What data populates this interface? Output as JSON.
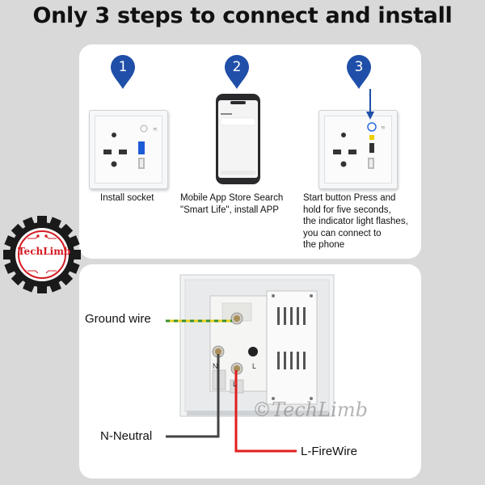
{
  "title": "Only 3 steps to connect and install",
  "steps": [
    {
      "number": "1",
      "text": "Install socket"
    },
    {
      "number": "2",
      "text": "Mobile App Store Search\n\"Smart Life\", install APP"
    },
    {
      "number": "3",
      "text": "Start button Press and\nhold for five seconds,\nthe indicator light flashes,\nyou can connect to\nthe phone"
    }
  ],
  "wiring": {
    "ground_label": "Ground wire",
    "neutral_label": "N-Neutral",
    "fire_label": "L-FireWire",
    "terminal_n": "N",
    "terminal_l": "L",
    "terminal_l_bottom": "L"
  },
  "logo": {
    "text": "TechLimb"
  },
  "watermark": "©TechLimb",
  "colors": {
    "pin_blue": "#1f4fa8",
    "background": "#d9d9d9",
    "fire_wire": "#e01e1e",
    "neutral_wire": "#444444",
    "ground_green": "#3a8f2b",
    "ground_yellow": "#e8d21a",
    "logo_red": "#d31b24"
  }
}
